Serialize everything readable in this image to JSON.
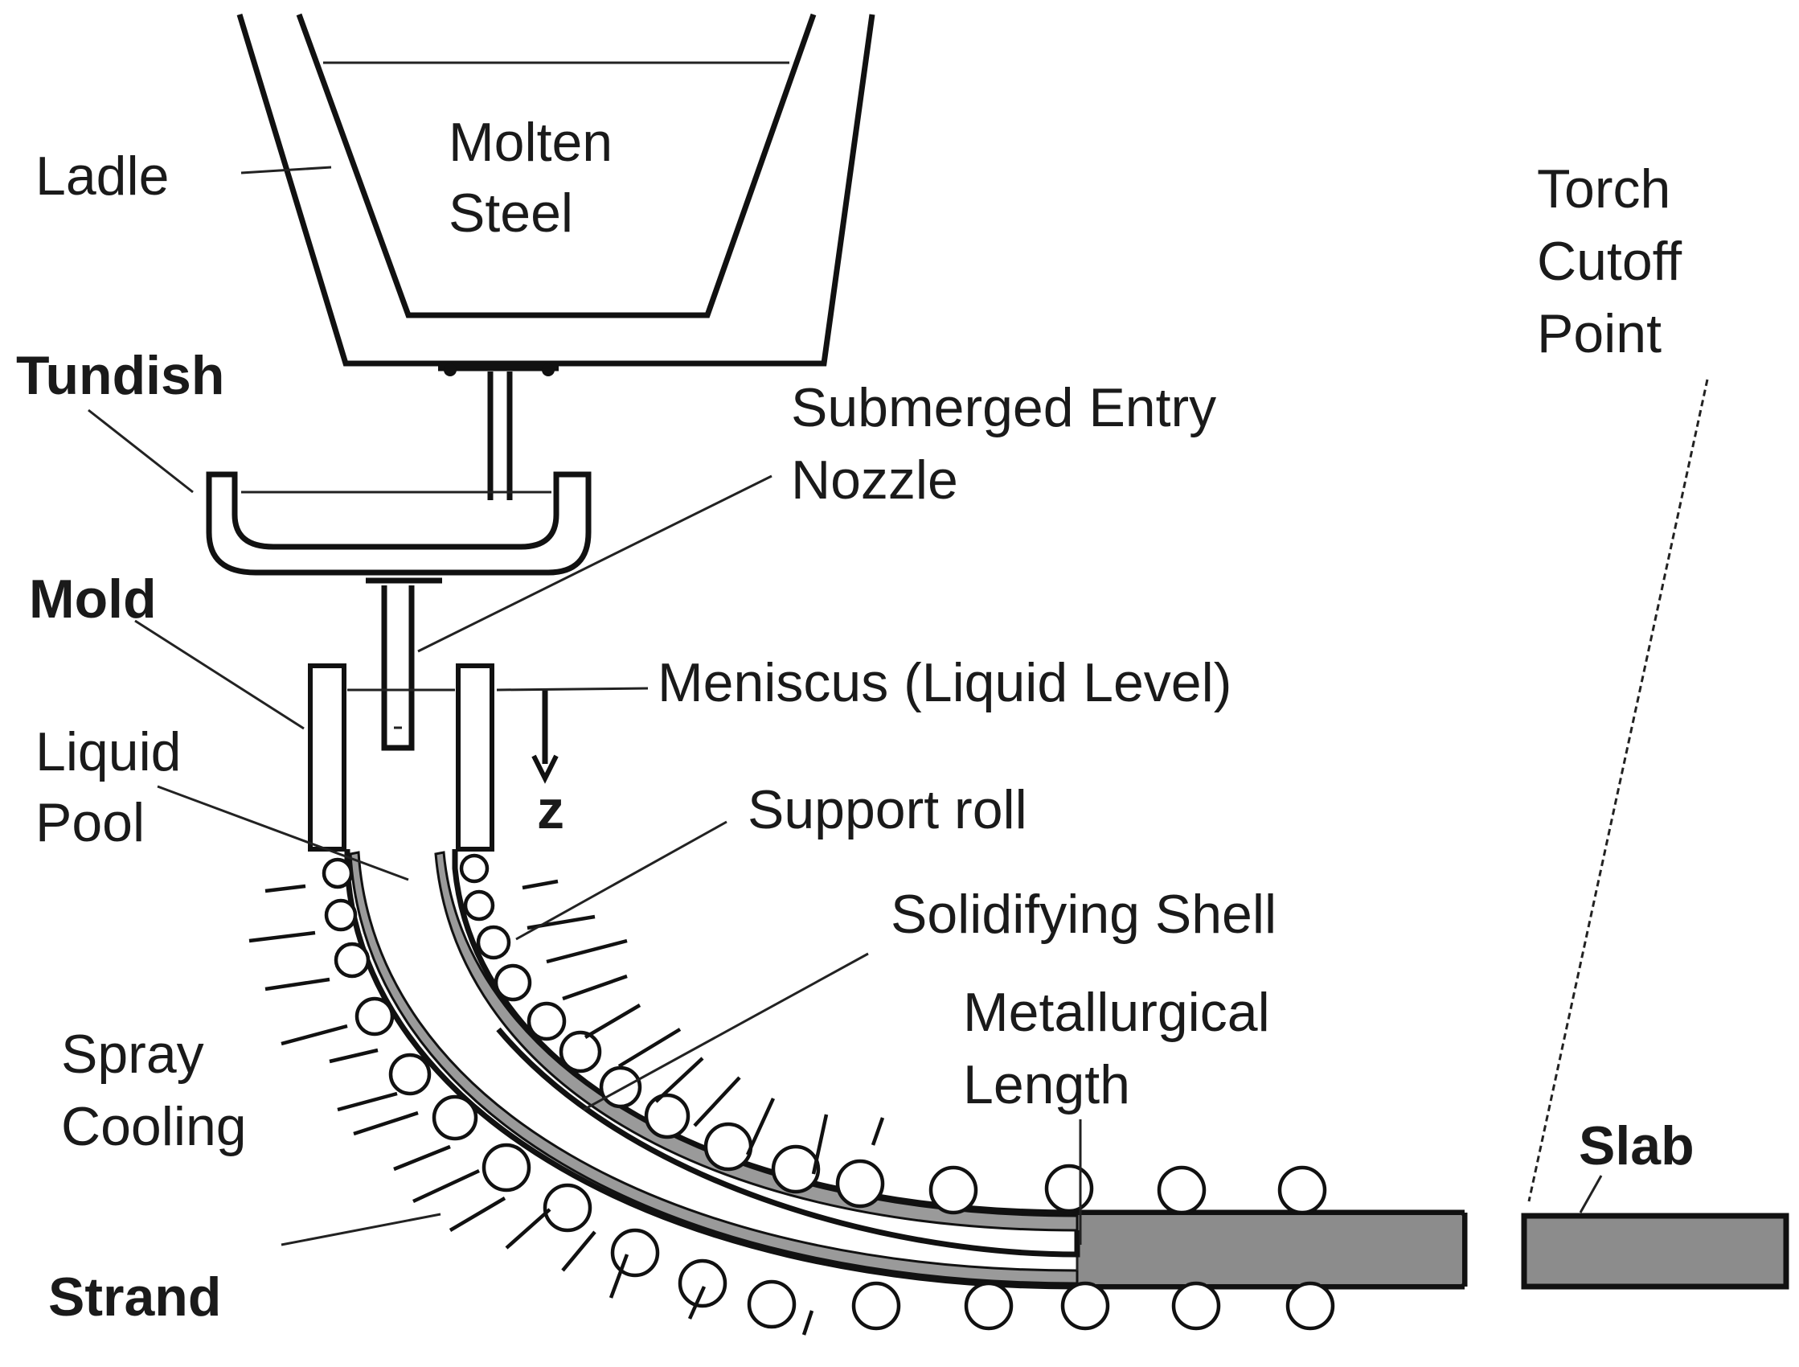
{
  "labels": {
    "ladle": "Ladle",
    "molten_steel_1": "Molten",
    "molten_steel_2": "Steel",
    "torch_1": "Torch",
    "torch_2": "Cutoff",
    "torch_3": "Point",
    "tundish": "Tundish",
    "sen_1": "Submerged Entry",
    "sen_2": "Nozzle",
    "mold": "Mold",
    "meniscus": "Meniscus (Liquid Level)",
    "z_axis": "z",
    "liquid_pool_1": "Liquid",
    "liquid_pool_2": "Pool",
    "support_roll": "Support roll",
    "solidifying_shell": "Solidifying Shell",
    "metallurgical_1": "Metallurgical",
    "metallurgical_2": "Length",
    "spray_1": "Spray",
    "spray_2": "Cooling",
    "slab": "Slab",
    "strand": "Strand"
  },
  "colors": {
    "line": "#111111",
    "strand_fill": "#8c8c8c",
    "shell_fill": "#9a9a9a",
    "background": "#ffffff"
  }
}
